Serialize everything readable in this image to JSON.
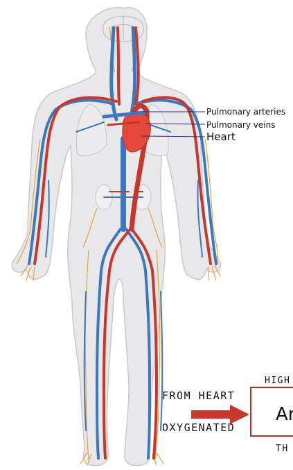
{
  "labels": {
    "pulmonary_arteries": "Pulmonary arteries",
    "pulmonary_veins": "Pulmonary veins",
    "heart": "Heart"
  },
  "legend": {
    "from_heart": "FROM HEART",
    "oxygenated": "OXYGENATED",
    "high": "HIGH",
    "box_text": "Ar",
    "bottom": "TH"
  },
  "colors": {
    "artery": "#c8372d",
    "vein": "#3c78c0",
    "capillary": "#e8a23a",
    "body": "#e8e8ea",
    "outline": "#c8c8cc",
    "heart": "#e2473a"
  }
}
